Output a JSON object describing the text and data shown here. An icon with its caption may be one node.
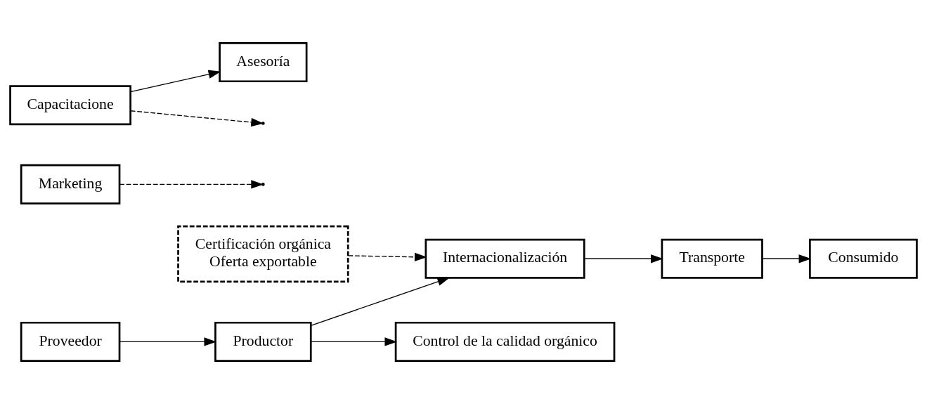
{
  "diagram": {
    "nodes": [
      {
        "text": [
          "Control de la calidad orgánico"
        ]
      },
      {
        "text": [
          "Proveedor"
        ]
      },
      {
        "text": [
          "Productor"
        ]
      },
      {
        "text": [
          "Internacionalización"
        ]
      },
      {
        "text": [
          "Transporte"
        ]
      },
      {
        "text": [
          "Consumido"
        ]
      },
      {
        "text": [
          "Marketing"
        ]
      },
      {
        "text": [
          "Capacitacione"
        ]
      },
      {
        "text": [
          "Asesoría"
        ]
      },
      {
        "text": [
          "Certificación orgánica",
          "Oferta exportable"
        ]
      }
    ],
    "edges": [
      {
        "from": 1,
        "to": 2,
        "arrow": "to"
      },
      {
        "from": 2,
        "to": 0,
        "arrow": "to"
      },
      {
        "from": 2,
        "to": 3,
        "arrow": "to"
      },
      {
        "from": 3,
        "to": 4,
        "arrow": "to"
      },
      {
        "from": 4,
        "to": 5,
        "arrow": "to"
      },
      {
        "from": 6,
        "to": null,
        "arrow": "to",
        "style": "dashed"
      },
      {
        "from": 7,
        "to": null,
        "arrow": "to",
        "style": "dashed"
      },
      {
        "from": 7,
        "to": 8,
        "arrow": "to"
      },
      {
        "from": 9,
        "to": 3,
        "arrow": "to",
        "style": "dashed"
      }
    ]
  }
}
